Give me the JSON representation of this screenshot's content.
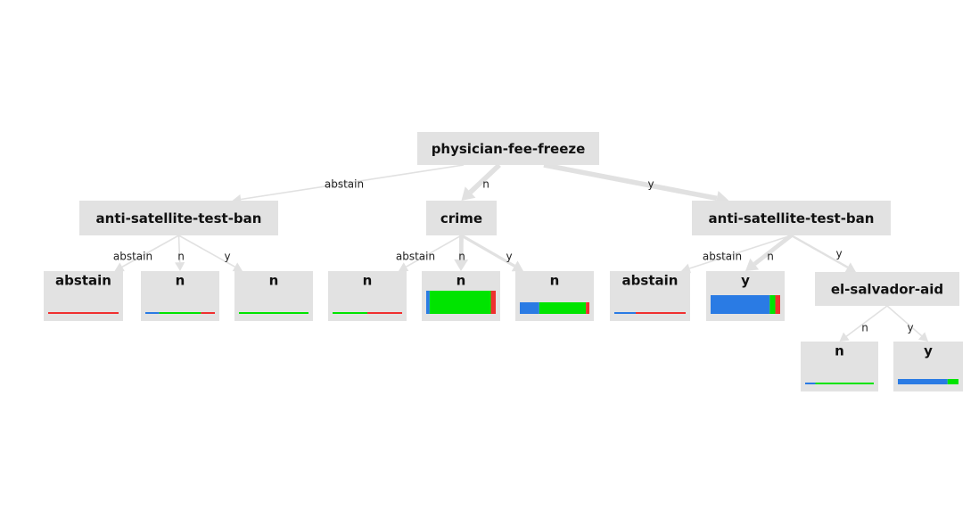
{
  "colors": {
    "node_fill": "#e2e2e2",
    "edge": "#e1e1e1",
    "class_blue": "#2a7be4",
    "class_green": "#00e400",
    "class_red": "#f03030"
  },
  "tree": {
    "nodes": [
      {
        "id": "root",
        "label": "physician-fee-freeze",
        "type": "split"
      },
      {
        "id": "ast1",
        "label": "anti-satellite-test-ban",
        "type": "split"
      },
      {
        "id": "crime",
        "label": "crime",
        "type": "split"
      },
      {
        "id": "ast2",
        "label": "anti-satellite-test-ban",
        "type": "split"
      },
      {
        "id": "leaf1",
        "label": "abstain",
        "type": "leaf",
        "dist": [
          0,
          0,
          1
        ]
      },
      {
        "id": "leaf2",
        "label": "n",
        "type": "leaf",
        "dist": [
          0.2,
          0.6,
          0.2
        ]
      },
      {
        "id": "leaf3",
        "label": "n",
        "type": "leaf",
        "dist": [
          0,
          1,
          0
        ]
      },
      {
        "id": "leaf4",
        "label": "n",
        "type": "leaf",
        "dist": [
          0,
          0.5,
          0.5
        ]
      },
      {
        "id": "leaf5",
        "label": "n",
        "type": "leaf",
        "dist": [
          0.05,
          0.88,
          0.07
        ]
      },
      {
        "id": "leaf6",
        "label": "n",
        "type": "leaf",
        "dist": [
          0.28,
          0.67,
          0.05
        ]
      },
      {
        "id": "leaf7",
        "label": "abstain",
        "type": "leaf",
        "dist": [
          0.3,
          0,
          0.7
        ]
      },
      {
        "id": "leaf8",
        "label": "y",
        "type": "leaf",
        "dist": [
          0.85,
          0.08,
          0.07
        ]
      },
      {
        "id": "esa",
        "label": "el-salvador-aid",
        "type": "split"
      },
      {
        "id": "leaf9",
        "label": "n",
        "type": "leaf",
        "dist": [
          0.15,
          0.85,
          0
        ]
      },
      {
        "id": "leaf10",
        "label": "y",
        "type": "leaf",
        "dist": [
          0.82,
          0.18,
          0
        ]
      }
    ],
    "edges": [
      {
        "from": "root",
        "to": "ast1",
        "label": "abstain",
        "weight": 1
      },
      {
        "from": "root",
        "to": "crime",
        "label": "n",
        "weight": 6
      },
      {
        "from": "root",
        "to": "ast2",
        "label": "y",
        "weight": 6
      },
      {
        "from": "ast1",
        "to": "leaf1",
        "label": "abstain",
        "weight": 1
      },
      {
        "from": "ast1",
        "to": "leaf2",
        "label": "n",
        "weight": 1
      },
      {
        "from": "ast1",
        "to": "leaf3",
        "label": "y",
        "weight": 1
      },
      {
        "from": "crime",
        "to": "leaf4",
        "label": "abstain",
        "weight": 1
      },
      {
        "from": "crime",
        "to": "leaf5",
        "label": "n",
        "weight": 5
      },
      {
        "from": "crime",
        "to": "leaf6",
        "label": "y",
        "weight": 3
      },
      {
        "from": "ast2",
        "to": "leaf7",
        "label": "abstain",
        "weight": 1
      },
      {
        "from": "ast2",
        "to": "leaf8",
        "label": "n",
        "weight": 5
      },
      {
        "from": "ast2",
        "to": "esa",
        "label": "y",
        "weight": 2
      },
      {
        "from": "esa",
        "to": "leaf9",
        "label": "n",
        "weight": 1
      },
      {
        "from": "esa",
        "to": "leaf10",
        "label": "y",
        "weight": 1
      }
    ]
  }
}
